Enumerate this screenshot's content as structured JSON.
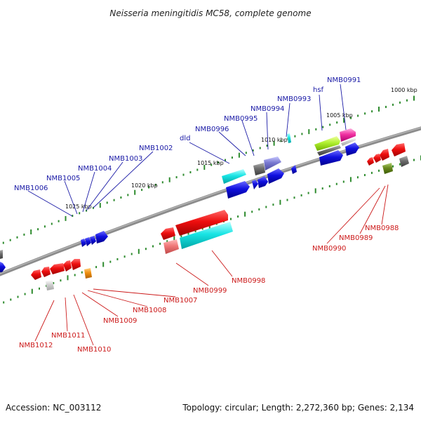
{
  "title": "Neisseria meningitidis MC58, complete genome",
  "accession_label": "Accession: NC_003112",
  "topology_label": "Topology: circular; Length: 2,272,360 bp; Genes: 2,134",
  "colors": {
    "backbone": "#8c8c8c",
    "tick": "#2e8b2e",
    "forward_label": "#1a1aa6",
    "reverse_label": "#cc1a1a"
  },
  "ticks": [
    "1000 kbp",
    "1005 kbp",
    "1010 kbp",
    "1015 kbp",
    "1020 kbp",
    "1025 kbp"
  ],
  "forward_genes": [
    "NMB0991",
    "hsf",
    "NMB0993",
    "NMB0994",
    "NMB0995",
    "NMB0996",
    "dld",
    "NMB1002",
    "NMB1003",
    "NMB1004",
    "NMB1005",
    "NMB1006"
  ],
  "reverse_genes": [
    "NMB0988",
    "NMB0989",
    "NMB0990",
    "NMB0998",
    "NMB0999",
    "NMB1007",
    "NMB1008",
    "NMB1009",
    "NMB1010",
    "NMB1011",
    "NMB1012"
  ]
}
